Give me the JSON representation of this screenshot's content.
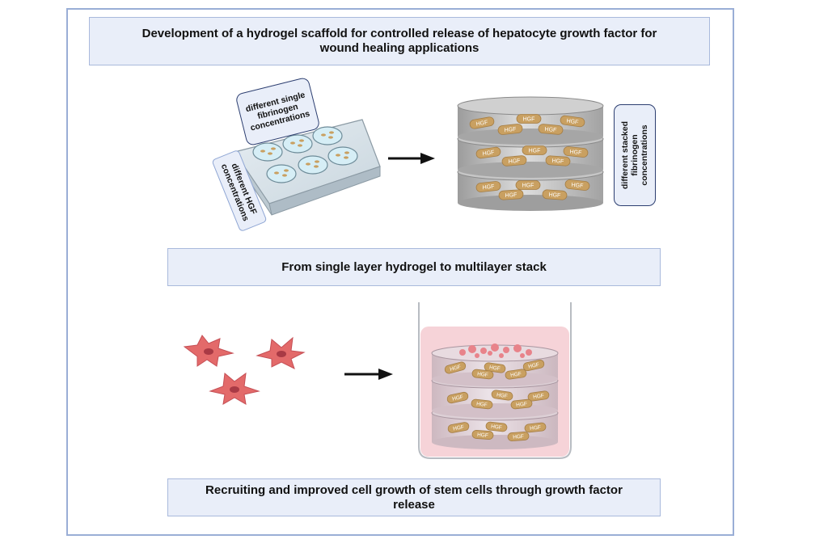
{
  "title": "Development of a hydrogel scaffold for controlled release of hepatocyte growth factor for wound healing applications",
  "step1_caption": "From single layer hydrogel to multilayer stack",
  "step2_caption": "Recruiting and improved cell growth of stem cells through growth factor release",
  "labels": {
    "single_fibrinogen": "different single fibrinogen concentrations",
    "hgf_concentrations": "different HGF concentrations",
    "stacked_fibrinogen": "different stacked fibrinogen concentrations"
  },
  "pill_text": "HGF",
  "colors": {
    "banner_fill": "#e9eef9",
    "banner_border": "#a9b9dc",
    "frame_border": "#9aaed6",
    "hgf_pill": "#c9a061",
    "cell": "#e36a6a",
    "medium": "#f6d3d8"
  }
}
